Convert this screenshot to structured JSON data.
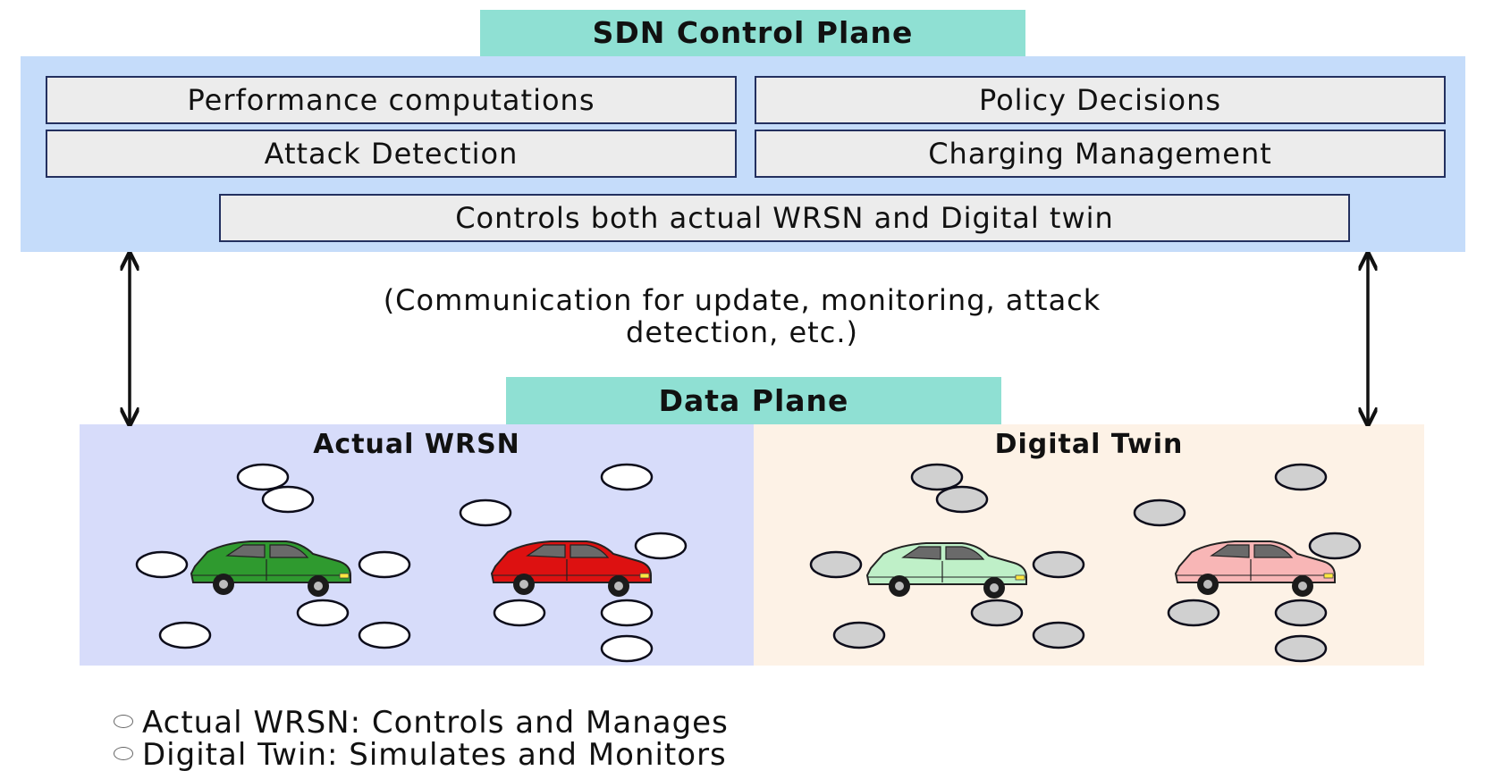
{
  "control_plane": {
    "title": "SDN Control Plane",
    "functions": {
      "performance": "Performance computations",
      "policy": "Policy Decisions",
      "attack": "Attack Detection",
      "charging": "Charging Management"
    },
    "controls": "Controls both actual WRSN and Digital twin"
  },
  "communication": {
    "line1": "(Communication for update, monitoring, attack",
    "line2": "detection, etc.)"
  },
  "data_plane": {
    "title": "Data Plane",
    "actual": {
      "title": "Actual WRSN",
      "node_color": "#ffffff",
      "car_colors": [
        "#2f9a2f",
        "#dd1111"
      ]
    },
    "twin": {
      "title": "Digital Twin",
      "node_color": "#d0d0d0",
      "car_colors": [
        "#bff0c8",
        "#f8b6b6"
      ]
    }
  },
  "legend": {
    "item1": "Actual WRSN: Controls and Manages",
    "item2": "Digital Twin: Simulates and Monitors"
  },
  "colors": {
    "teal": "#8fe0d3",
    "control_bg": "#c5dcfa",
    "actual_bg": "#d7dcfa",
    "twin_bg": "#fdf2e6",
    "box_border": "#23305f"
  }
}
